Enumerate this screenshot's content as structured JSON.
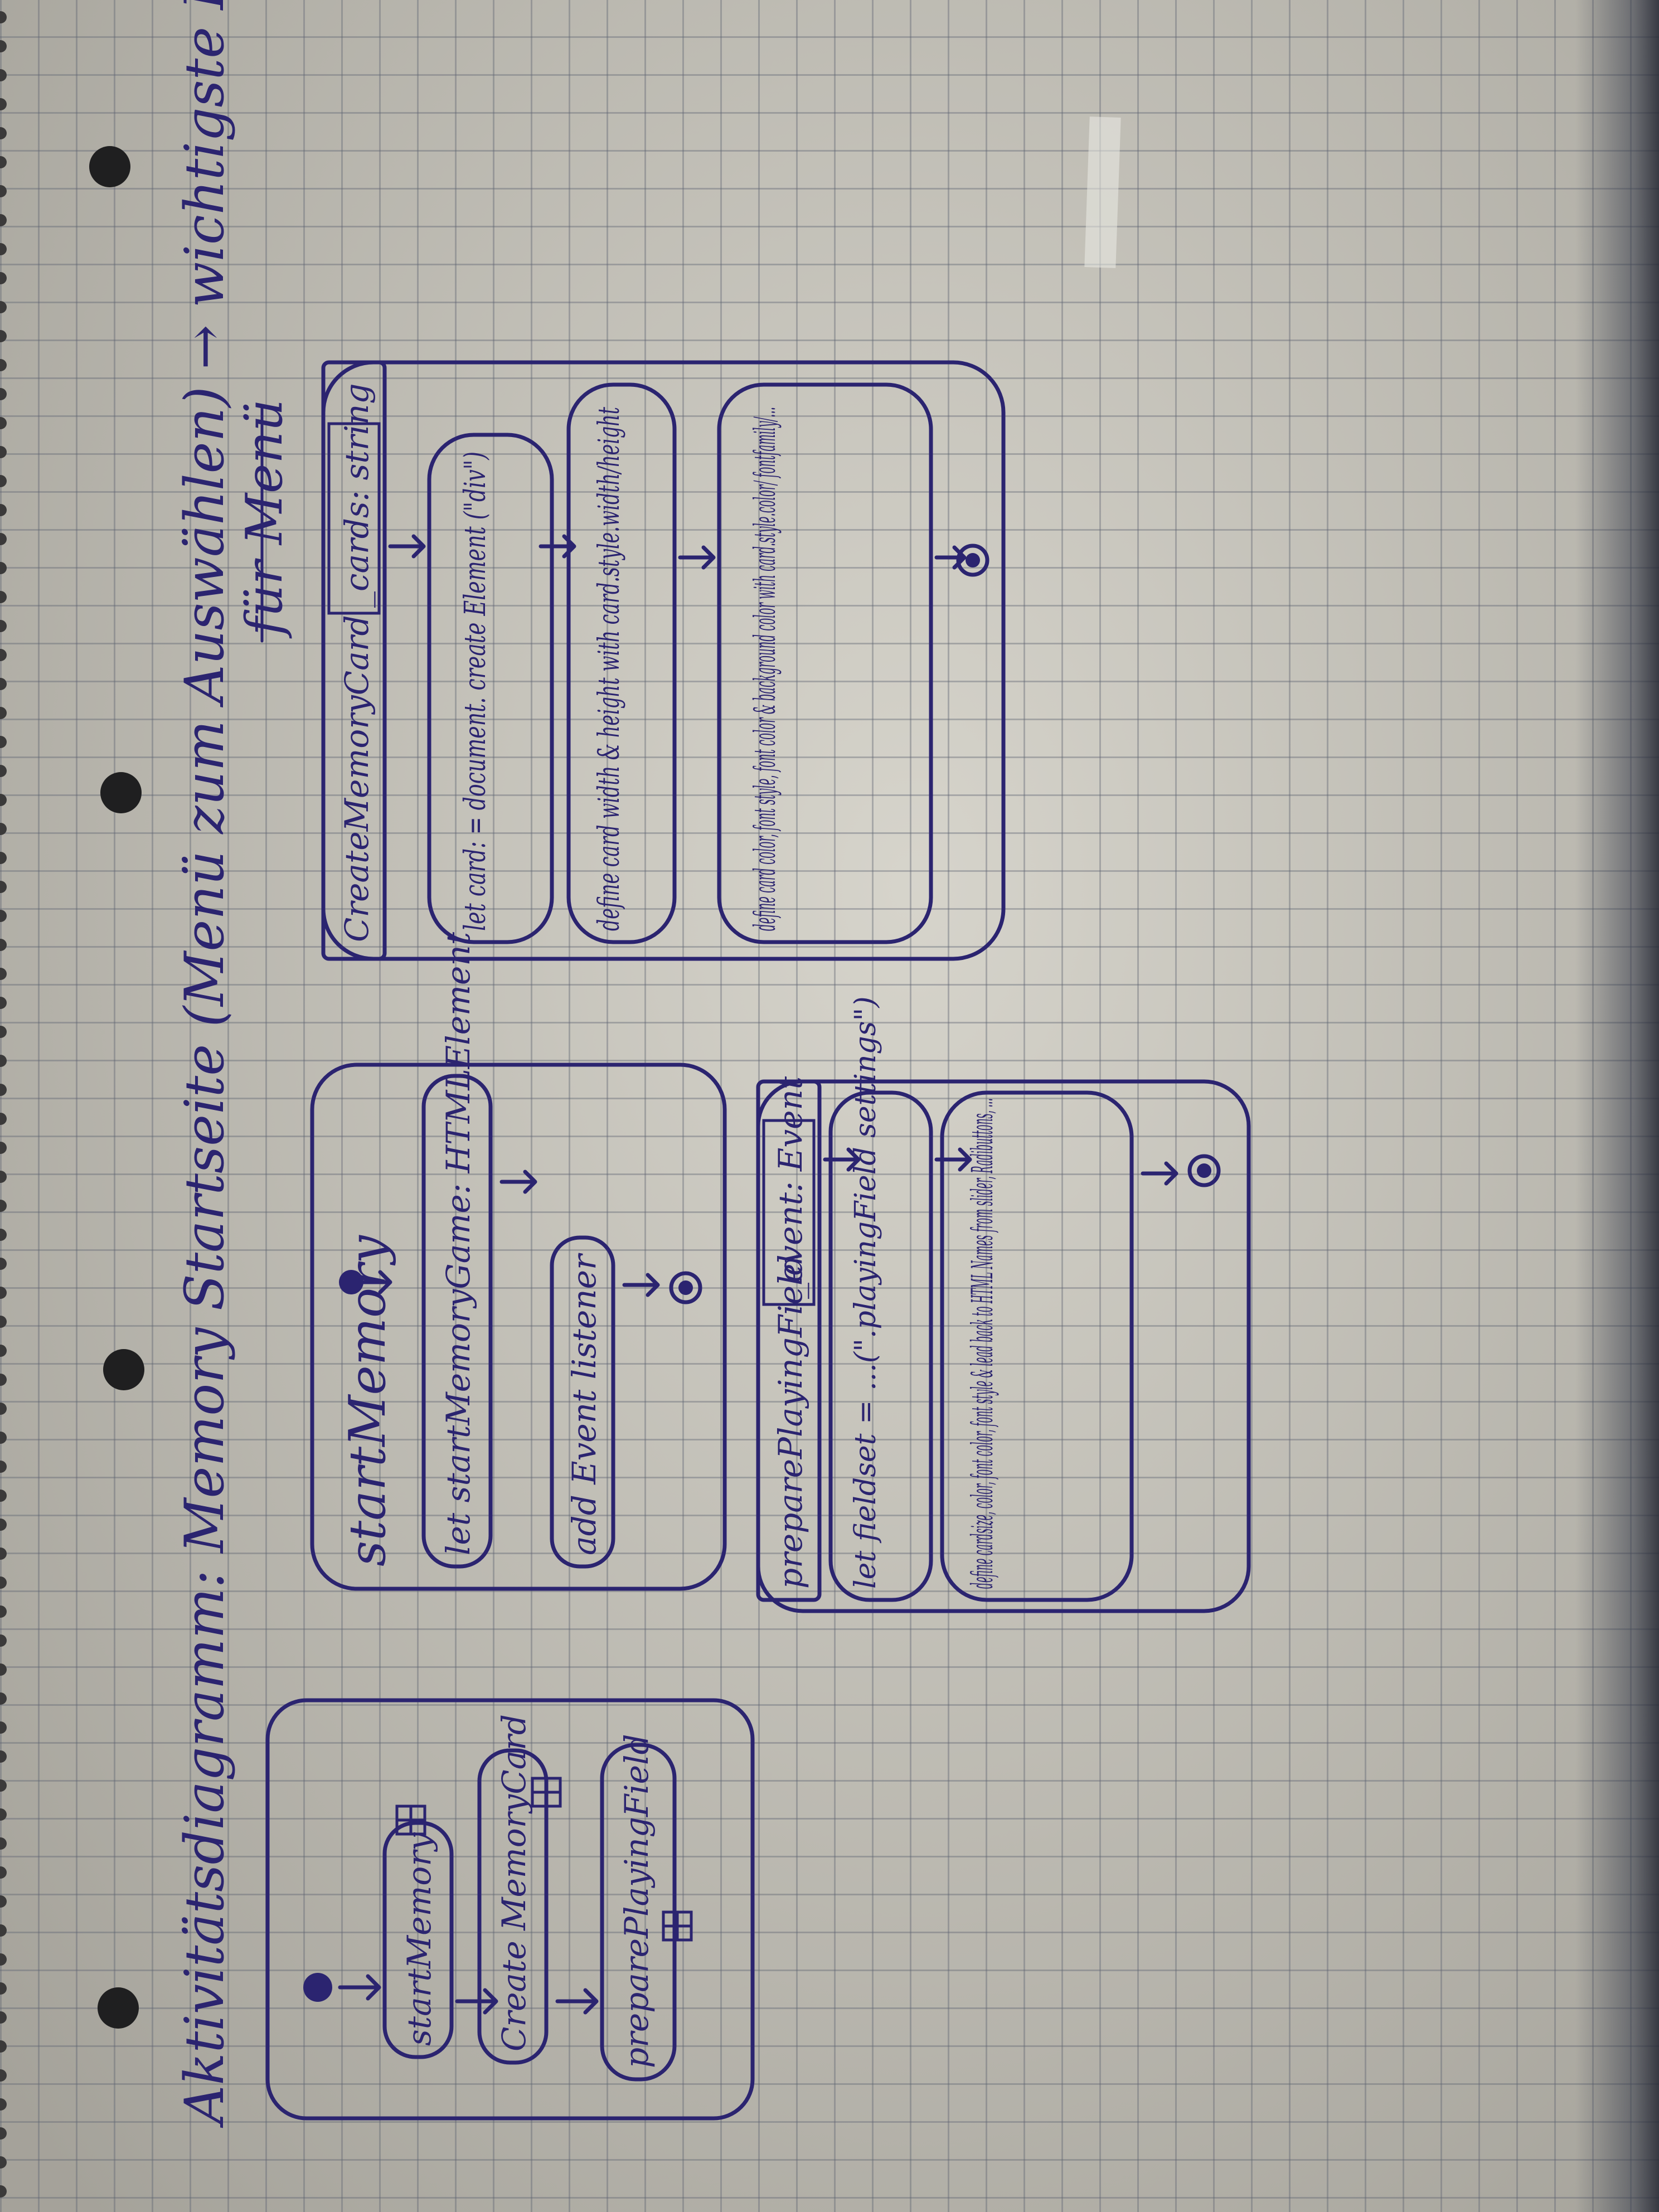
{
  "title": {
    "line1": "Aktivitätsdiagramm: Memory Startseite (Menü zum Auswählen) → wichtigste Funktionen",
    "line2": "für Menü"
  },
  "overview": {
    "actions": [
      "startMemory",
      "Create MemoryCard",
      "preparePlayingField"
    ]
  },
  "startMemory": {
    "name": "startMemory",
    "actions": [
      "let startMemoryGame: HTMLElement",
      "add Event listener"
    ]
  },
  "preparePlayingField": {
    "name": "preparePlayingField",
    "param": "_event: Event",
    "actions": [
      "let fieldset = ...(\".playingField settings\")",
      "define cardsize, color, font color, font style & lead back to HTML Names from slider, Radibuttons, ..."
    ]
  },
  "createMemoryCard": {
    "name": "CreateMemoryCard",
    "param": "_cards: string",
    "actions": [
      "let card: = document. create Element (\"div\")",
      "define card width & height with card.style.width/height",
      "define card color, font style, font color & background color with card.style.color/ fontfamily/..."
    ]
  },
  "colors": {
    "ink": "#2b2470",
    "paper": "#c9c6bc",
    "grid": "#5c6270"
  }
}
